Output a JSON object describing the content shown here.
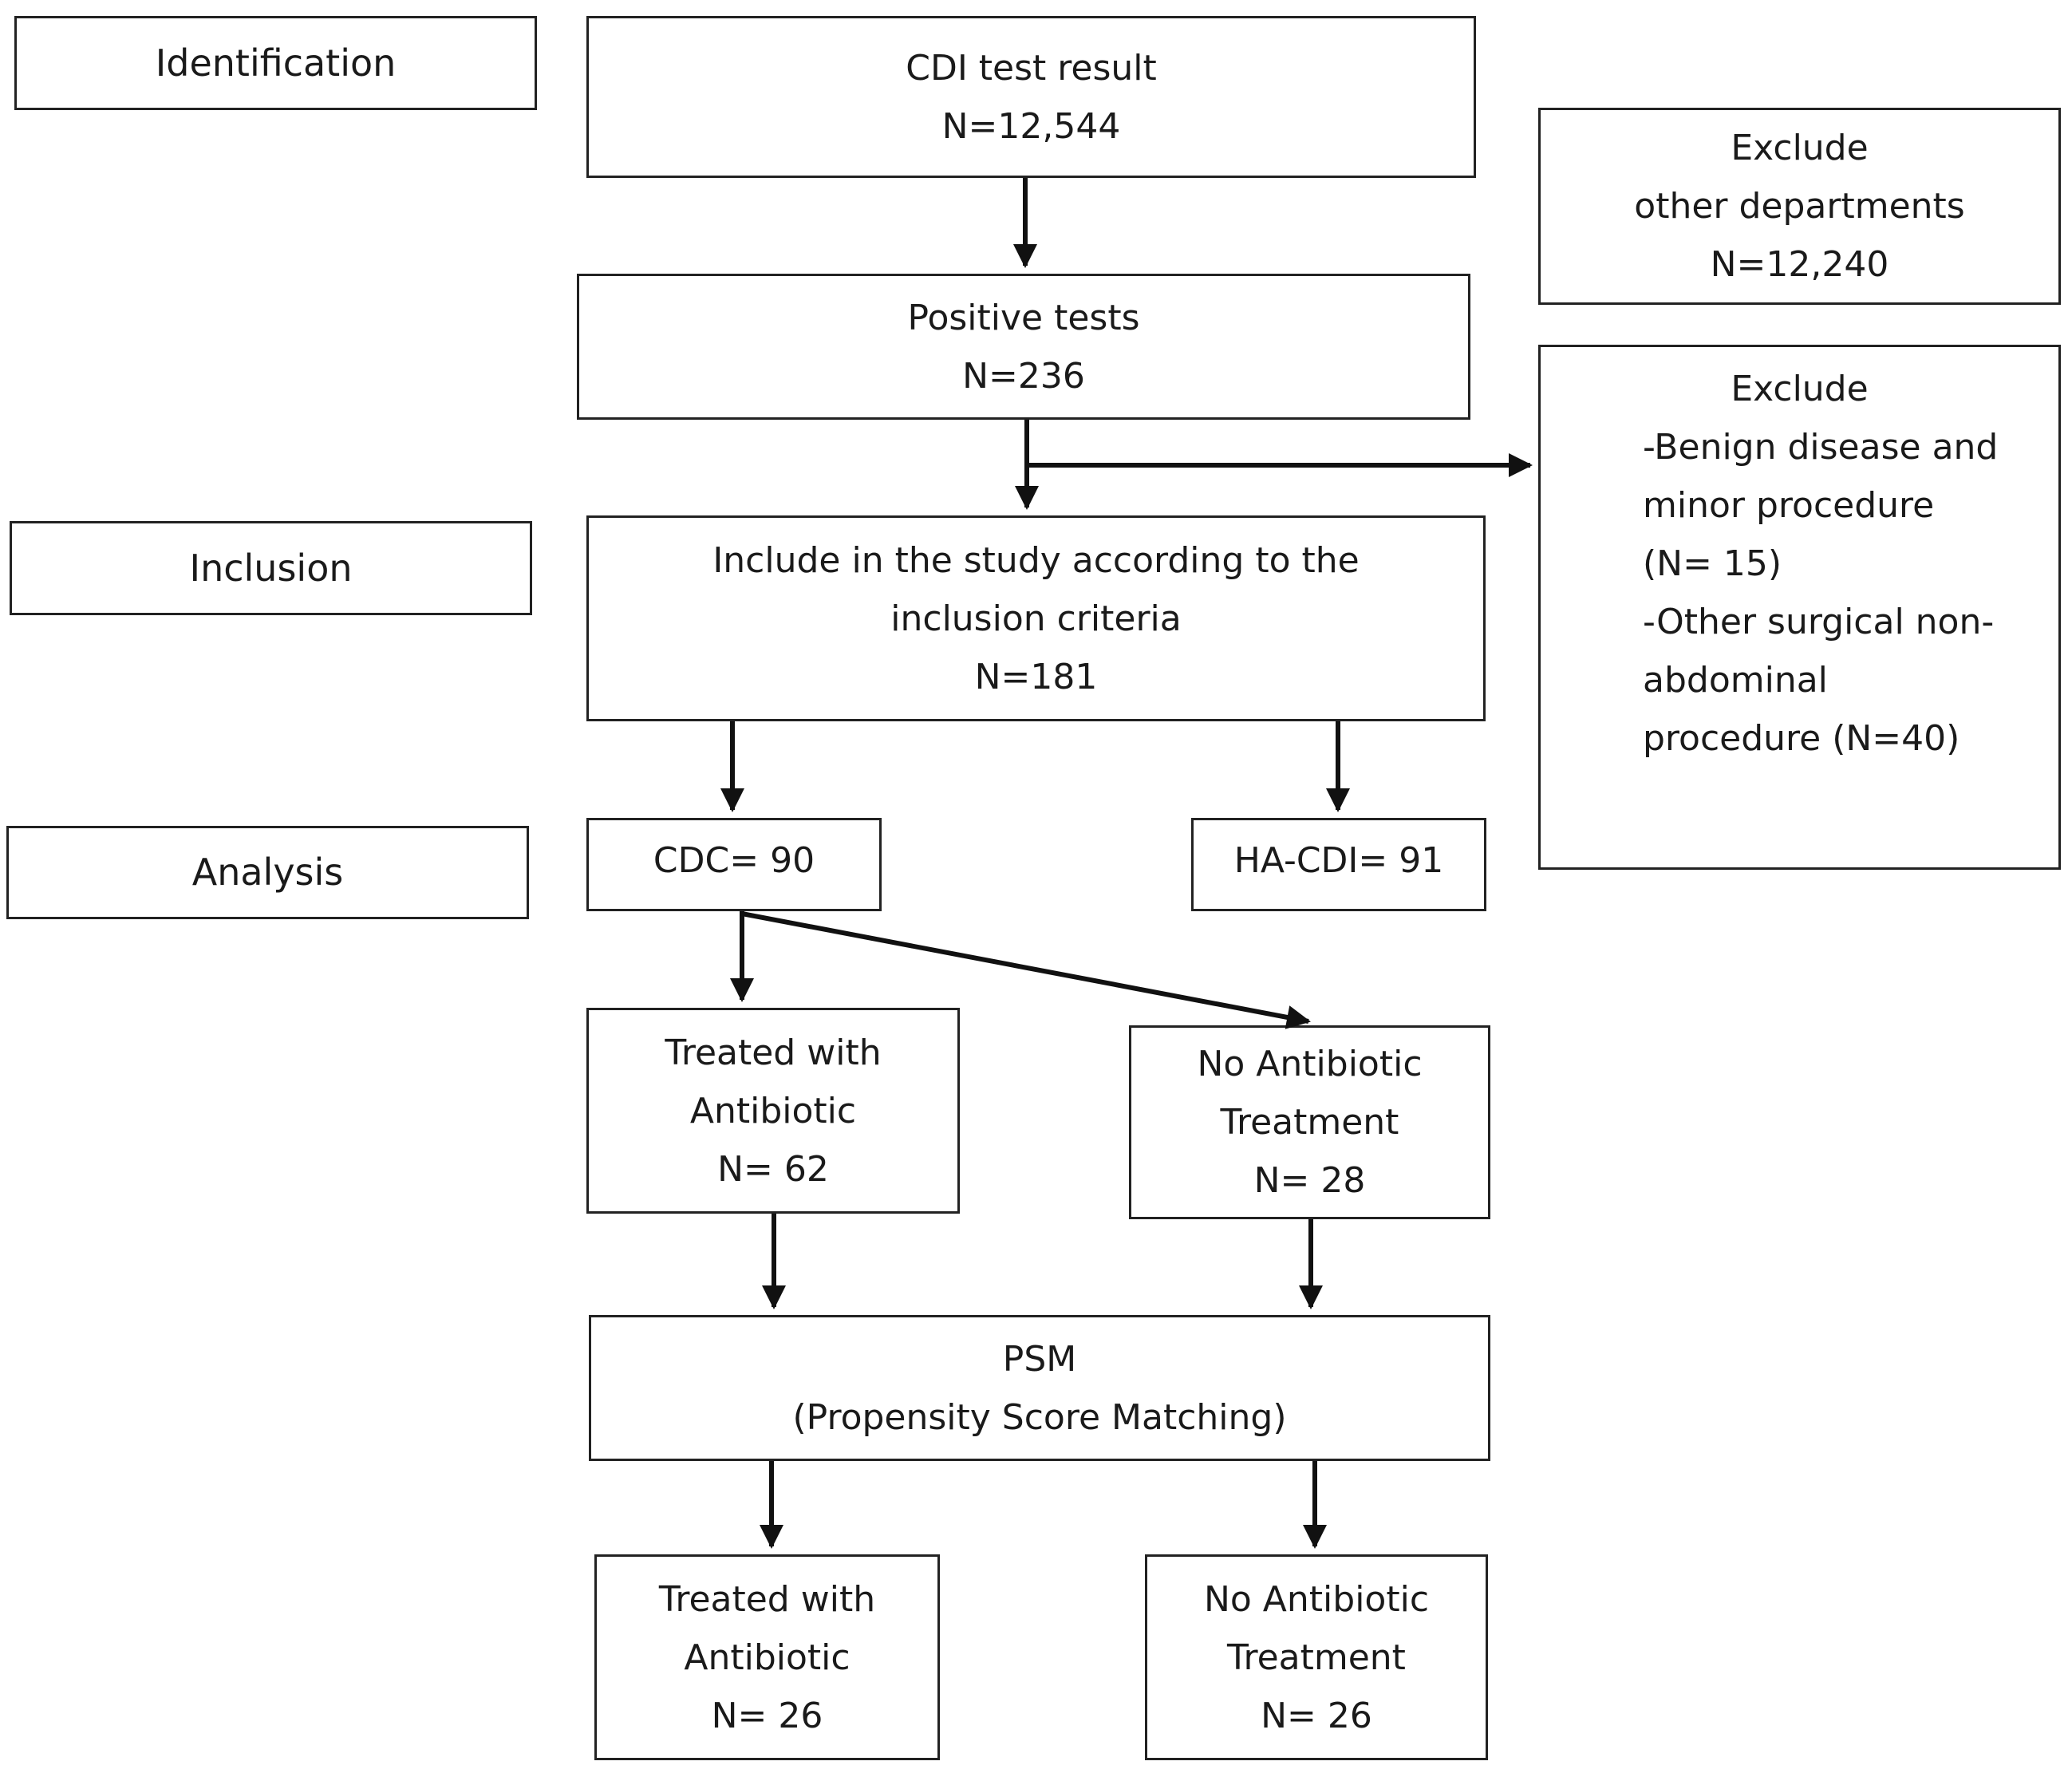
{
  "stages": {
    "identification": "Identification",
    "inclusion": "Inclusion",
    "analysis": "Analysis"
  },
  "nodes": {
    "cdi_test": {
      "title": "CDI test result",
      "n": "N=12,544"
    },
    "exclude_departments": {
      "title": "Exclude",
      "line2": "other departments",
      "n": "N=12,240"
    },
    "positive_tests": {
      "title": "Positive tests",
      "n": "N=236"
    },
    "exclude_criteria": {
      "title": "Exclude",
      "items": [
        "-Benign disease and",
        "minor procedure",
        "(N= 15)",
        "-Other surgical non-",
        "abdominal",
        "procedure (N=40)"
      ]
    },
    "include": {
      "line1": "Include in the study according to the",
      "line2": "inclusion criteria",
      "n": "N=181"
    },
    "cdc": {
      "label": "CDC= 90"
    },
    "ha_cdi": {
      "label": "HA-CDI= 91"
    },
    "treated": {
      "line1": "Treated with",
      "line2": "Antibiotic",
      "n": "N= 62"
    },
    "no_treatment": {
      "line1": "No Antibiotic",
      "line2": "Treatment",
      "n": "N= 28"
    },
    "psm": {
      "line1": "PSM",
      "line2": "(Propensity Score Matching)"
    },
    "treated_matched": {
      "line1": "Treated with",
      "line2": "Antibiotic",
      "n": "N= 26"
    },
    "no_treatment_matched": {
      "line1": "No Antibiotic",
      "line2": "Treatment",
      "n": "N= 26"
    }
  },
  "edges": [
    {
      "from": "cdi_test",
      "to": "positive_tests"
    },
    {
      "from": "positive_tests",
      "to": "include"
    },
    {
      "from": "positive_tests",
      "to": "exclude_criteria"
    },
    {
      "from": "include",
      "to": "cdc"
    },
    {
      "from": "include",
      "to": "ha_cdi"
    },
    {
      "from": "cdc",
      "to": "treated"
    },
    {
      "from": "cdc",
      "to": "no_treatment"
    },
    {
      "from": "treated",
      "to": "psm"
    },
    {
      "from": "no_treatment",
      "to": "psm"
    },
    {
      "from": "psm",
      "to": "treated_matched"
    },
    {
      "from": "psm",
      "to": "no_treatment_matched"
    }
  ]
}
